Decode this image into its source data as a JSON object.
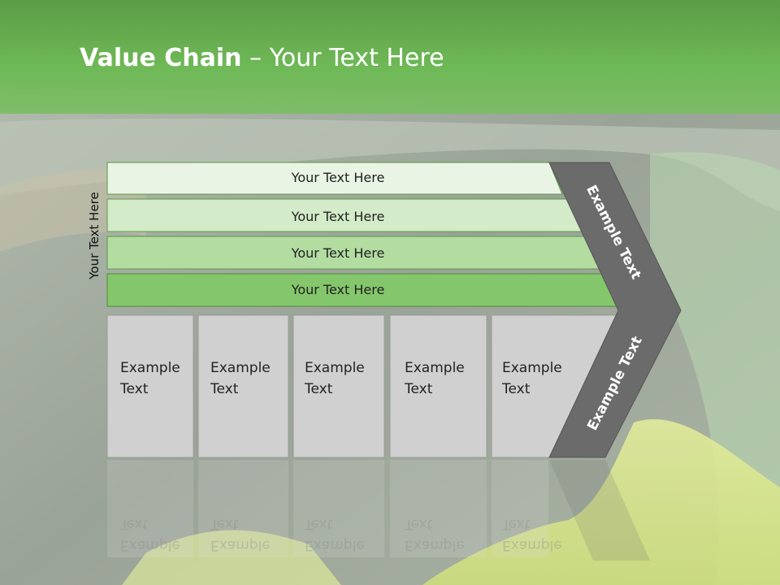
{
  "title": {
    "bold": "Value Chain",
    "rest": " – Your Text Here"
  },
  "side_label": "Your Text Here",
  "support_bands": [
    {
      "label": "Your Text Here",
      "color": "#eaf4e4"
    },
    {
      "label": "Your Text Here",
      "color": "#d3ebc8"
    },
    {
      "label": "Your Text Here",
      "color": "#b3dca1"
    },
    {
      "label": "Your Text Here",
      "color": "#84c66b"
    }
  ],
  "primary_boxes": [
    {
      "line1": "Example",
      "line2": "Text"
    },
    {
      "line1": "Example",
      "line2": "Text"
    },
    {
      "line1": "Example",
      "line2": "Text"
    },
    {
      "line1": "Example",
      "line2": "Text"
    },
    {
      "line1": "Example",
      "line2": "Text"
    }
  ],
  "chevron": {
    "upper": "Example Text",
    "lower": "Example Text",
    "color": "#6b6b6b"
  },
  "colors": {
    "header": "#6fb957",
    "box": "#d0d0d0",
    "box_border": "#9a9a9a"
  }
}
